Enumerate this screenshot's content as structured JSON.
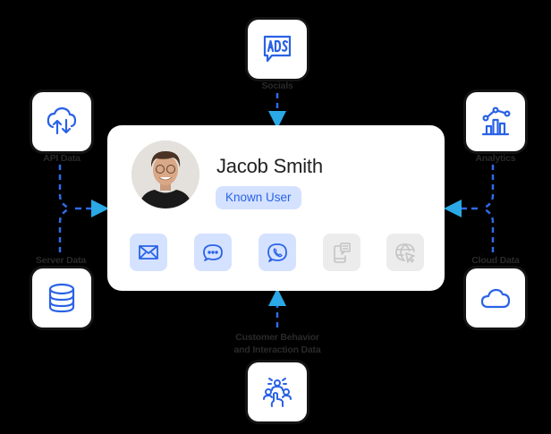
{
  "profile": {
    "name": "Jacob Smith",
    "status_badge": "Known User",
    "avatar": "profile-photo"
  },
  "channels": [
    {
      "icon": "mail-icon",
      "active": true
    },
    {
      "icon": "chat-bubble-icon",
      "active": true
    },
    {
      "icon": "whatsapp-icon",
      "active": true
    },
    {
      "icon": "mobile-message-icon",
      "active": false
    },
    {
      "icon": "globe-cursor-icon",
      "active": false
    }
  ],
  "sources": {
    "socials": {
      "label": "Socials",
      "icon": "ads-icon"
    },
    "api_data": {
      "label": "API Data",
      "icon": "cloud-sync-icon"
    },
    "analytics": {
      "label": "Analytics",
      "icon": "analytics-icon"
    },
    "server_data": {
      "label": "Server Data",
      "icon": "database-icon"
    },
    "cloud_data": {
      "label": "Cloud Data",
      "icon": "cloud-icon"
    },
    "behavior": {
      "label_line1": "Customer Behavior",
      "label_line2": "and Interaction Data",
      "icon": "people-interaction-icon"
    }
  },
  "colors": {
    "accent": "#2a62e6",
    "badge_bg": "#d4e2ff",
    "arrow": "#2ba8e6",
    "inactive_bg": "#ececec",
    "inactive_icon": "#c4c4c4"
  }
}
